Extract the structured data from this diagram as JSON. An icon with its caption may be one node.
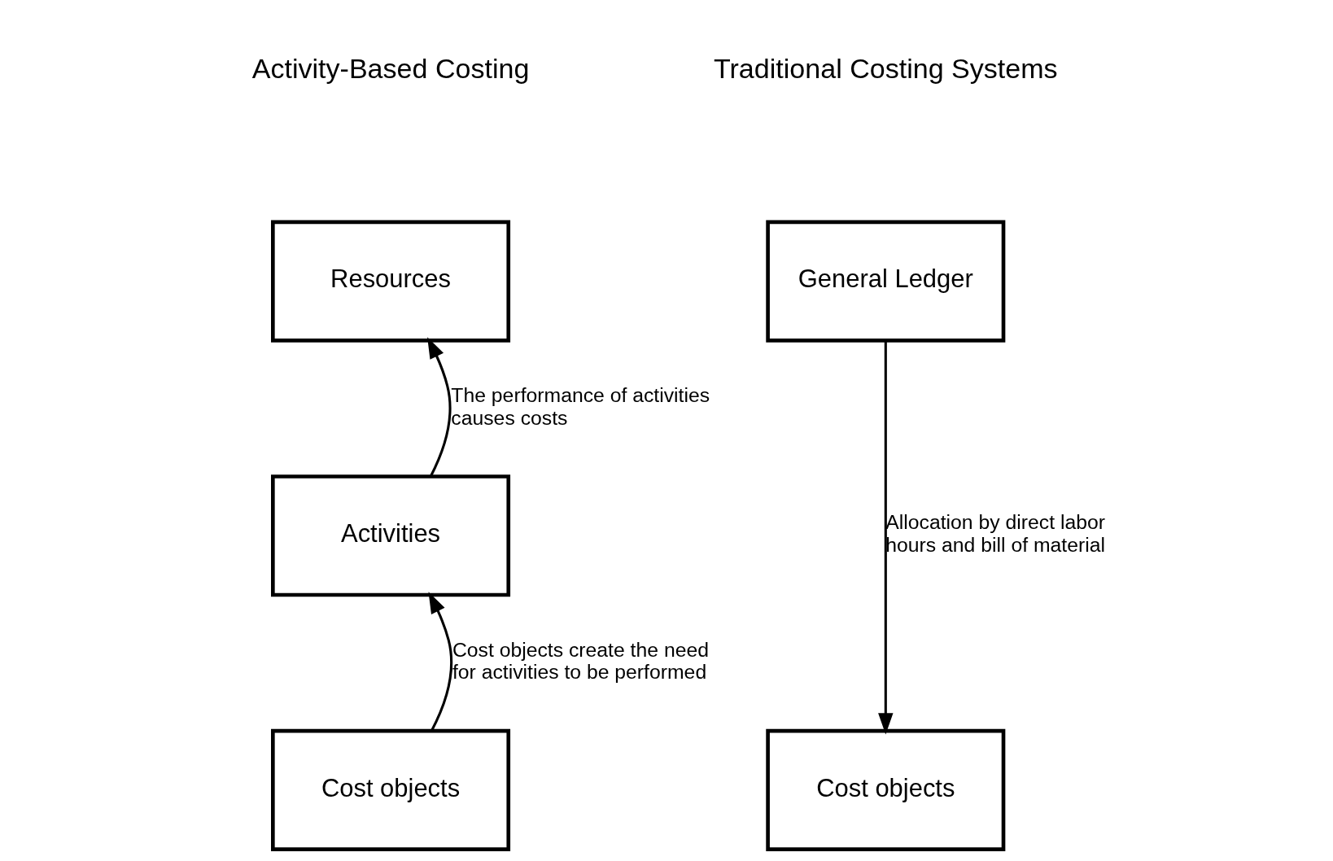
{
  "diagram": {
    "nodes": [
      {
        "text": [
          "Resources"
        ]
      },
      {
        "text": [
          "Activities"
        ]
      },
      {
        "text": [
          "Cost objects"
        ]
      },
      {
        "text": [
          "General Ledger"
        ]
      },
      {
        "text": [
          "Cost objects"
        ]
      }
    ],
    "edges": [
      {
        "from": 1,
        "to": 0,
        "arrow": "to",
        "label": "The performance of activities causes costs"
      },
      {
        "from": 2,
        "to": 1,
        "arrow": "to",
        "label": "Cost objects create the need for activities to be performed"
      },
      {
        "from": 3,
        "to": 4,
        "arrow": "to",
        "label": "Allocation by direct labor hours and bill of material"
      }
    ],
    "labels": [
      "Activity-Based Costing",
      "Traditional Costing Systems"
    ]
  }
}
